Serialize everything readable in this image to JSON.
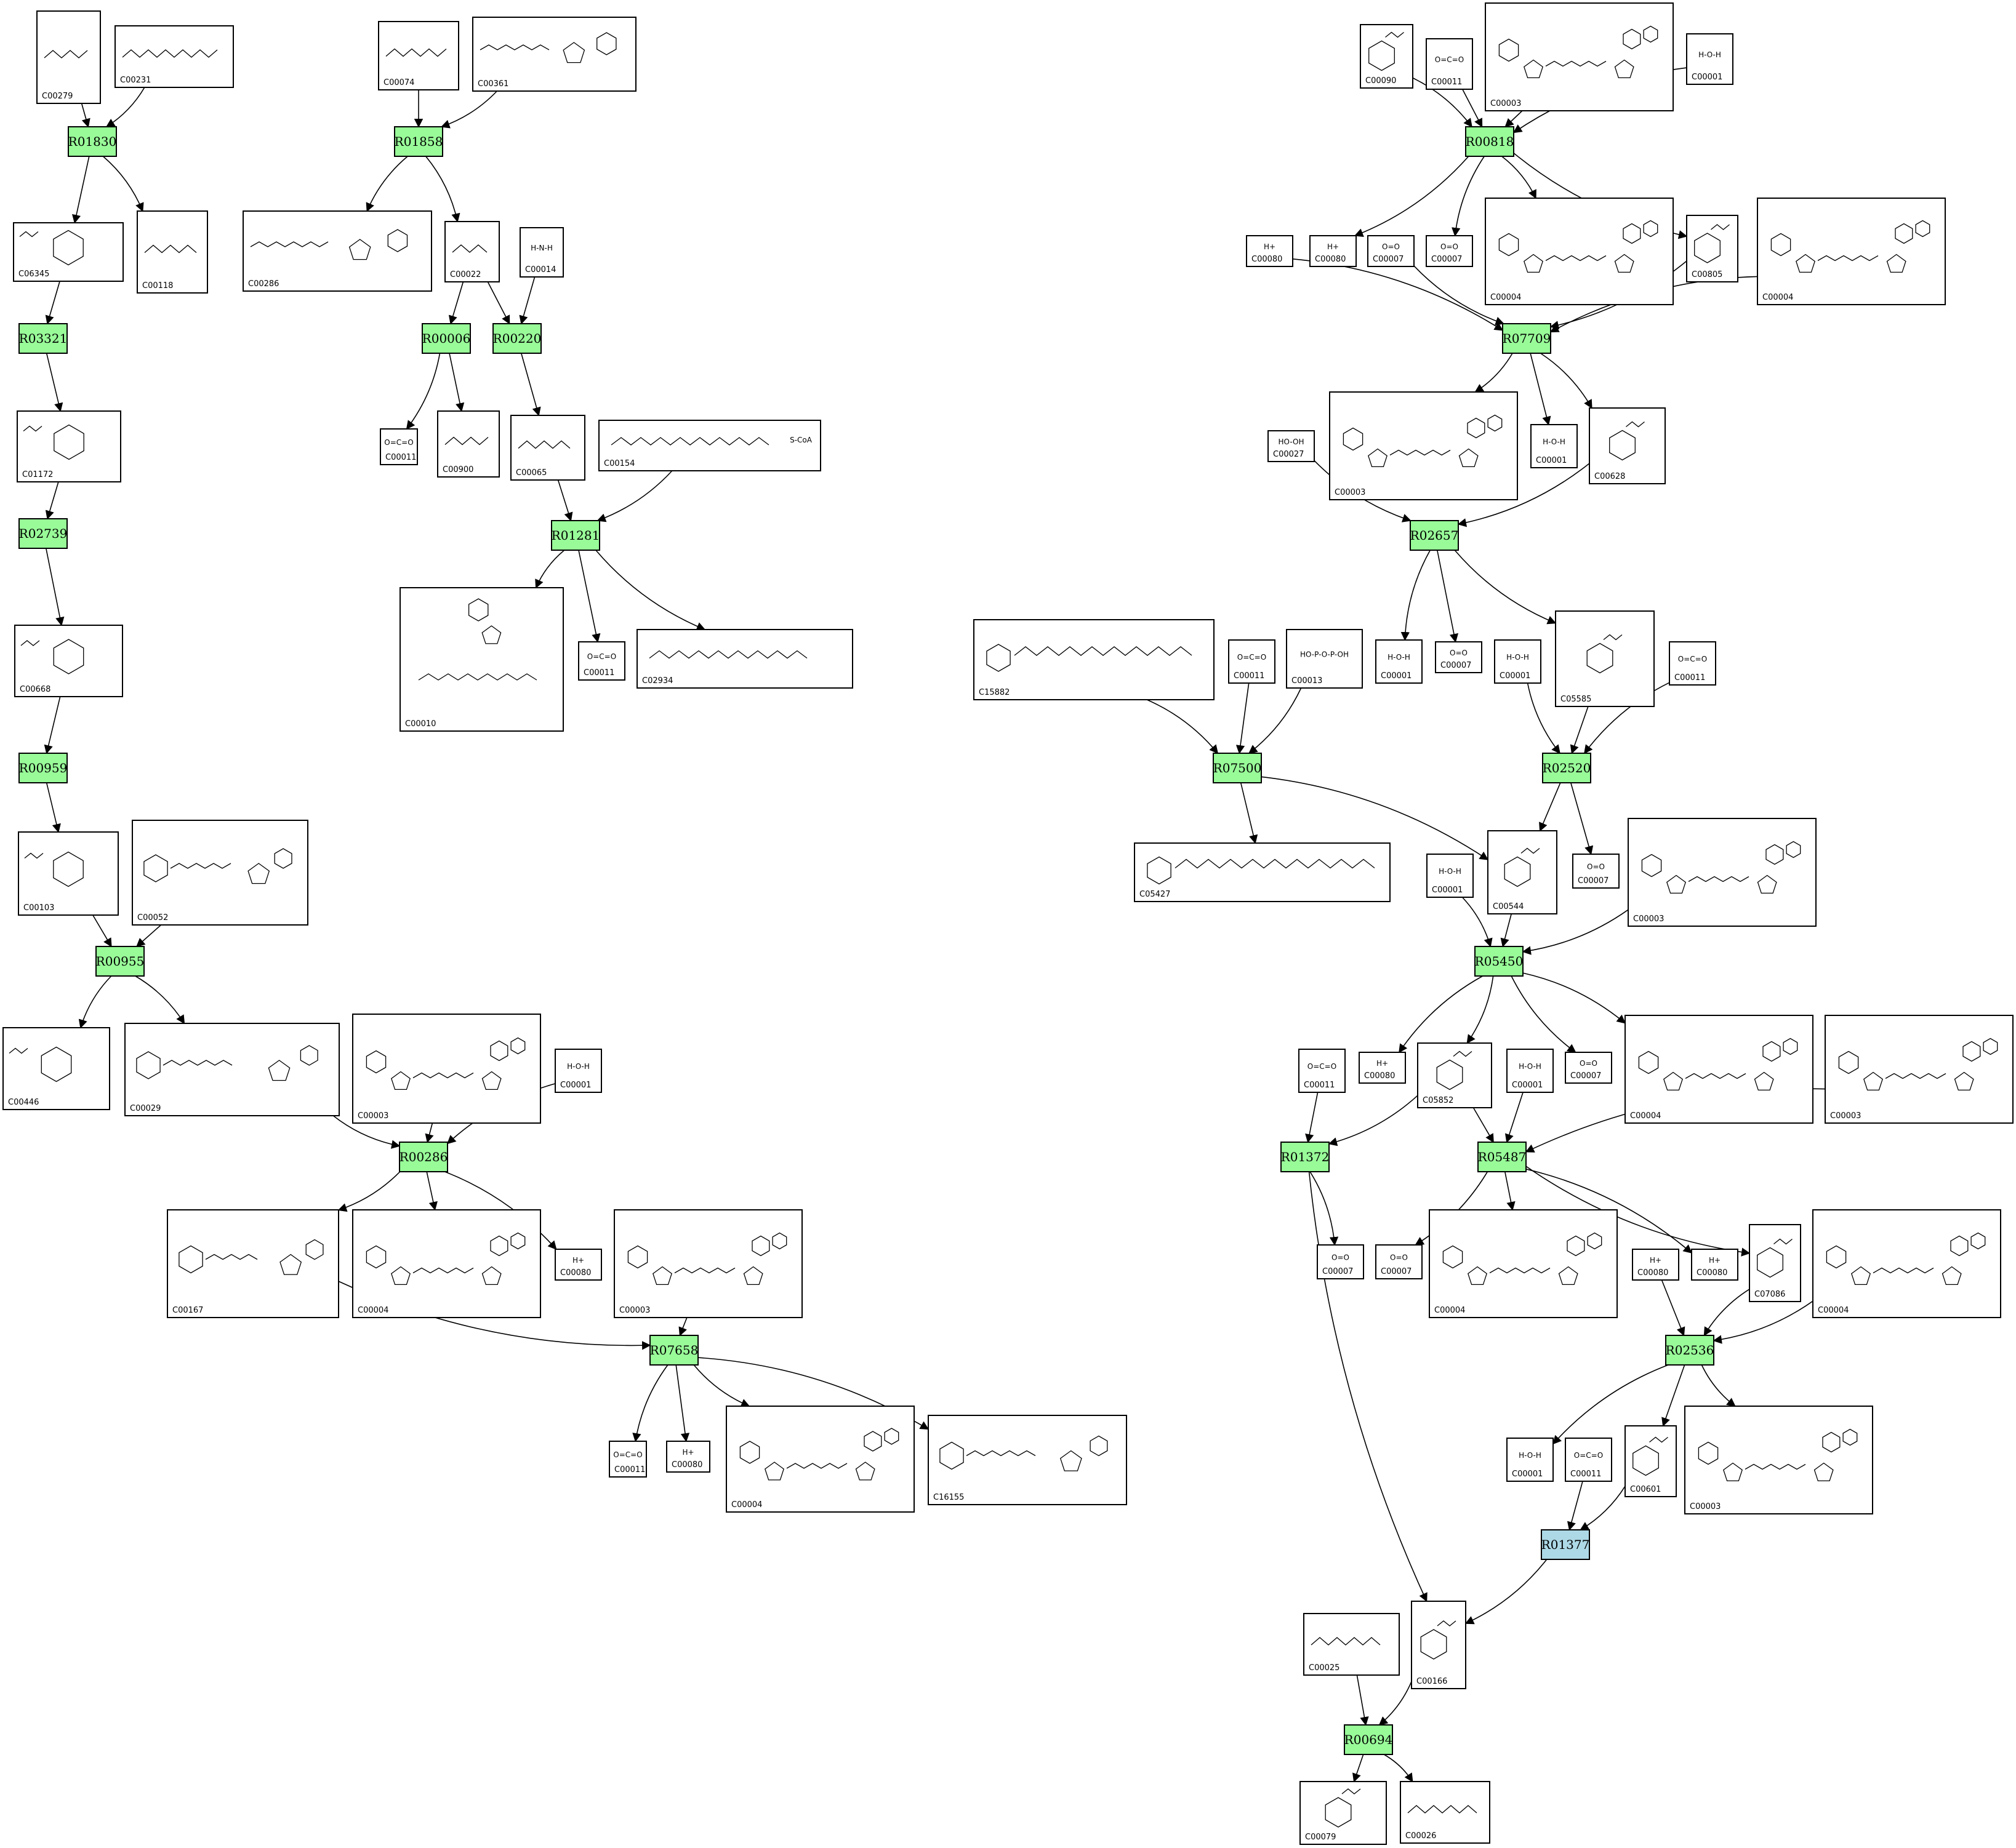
{
  "colors": {
    "reaction_fill": "#98fb98",
    "reaction_highlight_fill": "#add8e6",
    "node_border": "#000000",
    "edge": "#000000",
    "background": "#ffffff"
  },
  "reactions": [
    {
      "id": "R01830",
      "highlight": false
    },
    {
      "id": "R01858",
      "highlight": false
    },
    {
      "id": "R00818",
      "highlight": false
    },
    {
      "id": "R03321",
      "highlight": false
    },
    {
      "id": "R00006",
      "highlight": false
    },
    {
      "id": "R00220",
      "highlight": false
    },
    {
      "id": "R07709",
      "highlight": false
    },
    {
      "id": "R02739",
      "highlight": false
    },
    {
      "id": "R01281",
      "highlight": false
    },
    {
      "id": "R02657",
      "highlight": false
    },
    {
      "id": "R00959",
      "highlight": false
    },
    {
      "id": "R07500",
      "highlight": false
    },
    {
      "id": "R02520",
      "highlight": false
    },
    {
      "id": "R00955",
      "highlight": false
    },
    {
      "id": "R05450",
      "highlight": false
    },
    {
      "id": "R00286",
      "highlight": false
    },
    {
      "id": "R01372",
      "highlight": false
    },
    {
      "id": "R05487",
      "highlight": false
    },
    {
      "id": "R07658",
      "highlight": false
    },
    {
      "id": "R02536",
      "highlight": false
    },
    {
      "id": "R01377",
      "highlight": true
    },
    {
      "id": "R00694",
      "highlight": false
    }
  ],
  "compounds": [
    {
      "key": "c279",
      "id": "C00279",
      "mol": "aldehyde"
    },
    {
      "key": "c231",
      "id": "C00231",
      "mol": "chain"
    },
    {
      "key": "c74",
      "id": "C00074",
      "mol": "chain"
    },
    {
      "key": "c361",
      "id": "C00361",
      "mol": "nucleotide"
    },
    {
      "key": "c6345",
      "id": "C06345",
      "mol": "ring"
    },
    {
      "key": "c118",
      "id": "C00118",
      "mol": "aldehyde"
    },
    {
      "key": "c286",
      "id": "C00286",
      "mol": "nucleotide"
    },
    {
      "key": "c22",
      "id": "C00022",
      "mol": "chain"
    },
    {
      "key": "c14",
      "id": "C00014",
      "mol": "text",
      "formula": "H-N-H"
    },
    {
      "key": "c1172",
      "id": "C01172",
      "mol": "ring"
    },
    {
      "key": "c11a",
      "id": "C00011",
      "mol": "text",
      "formula": "O=C=O"
    },
    {
      "key": "c900",
      "id": "C00900",
      "mol": "chain"
    },
    {
      "key": "c65",
      "id": "C00065",
      "mol": "chain"
    },
    {
      "key": "c154",
      "id": "C00154",
      "mol": "longchain",
      "formula": "S-CoA"
    },
    {
      "key": "c668",
      "id": "C00668",
      "mol": "ring"
    },
    {
      "key": "c10",
      "id": "C00010",
      "mol": "coa"
    },
    {
      "key": "c11b",
      "id": "C00011",
      "mol": "text",
      "formula": "O=C=O"
    },
    {
      "key": "c2934",
      "id": "C02934",
      "mol": "longchain"
    },
    {
      "key": "c103",
      "id": "C00103",
      "mol": "ring"
    },
    {
      "key": "c52",
      "id": "C00052",
      "mol": "sugarnuc"
    },
    {
      "key": "c446",
      "id": "C00446",
      "mol": "ring"
    },
    {
      "key": "c29",
      "id": "C00029",
      "mol": "sugarnuc"
    },
    {
      "key": "c3a",
      "id": "C00003",
      "mol": "nad"
    },
    {
      "key": "c1a",
      "id": "C00001",
      "mol": "text",
      "formula": "H-O-H"
    },
    {
      "key": "c167",
      "id": "C00167",
      "mol": "sugarnuc"
    },
    {
      "key": "c4a",
      "id": "C00004",
      "mol": "nad"
    },
    {
      "key": "c80a",
      "id": "C00080",
      "mol": "text",
      "formula": "H+"
    },
    {
      "key": "c3b",
      "id": "C00003",
      "mol": "nad"
    },
    {
      "key": "c11c",
      "id": "C00011",
      "mol": "text",
      "formula": "O=C=O"
    },
    {
      "key": "c80b",
      "id": "C00080",
      "mol": "text",
      "formula": "H+"
    },
    {
      "key": "c4b",
      "id": "C00004",
      "mol": "nad"
    },
    {
      "key": "c16155",
      "id": "C16155",
      "mol": "sugarnuc"
    },
    {
      "key": "c90",
      "id": "C00090",
      "mol": "phenol"
    },
    {
      "key": "c11d",
      "id": "C00011",
      "mol": "text",
      "formula": "O=C=O"
    },
    {
      "key": "c3c",
      "id": "C00003",
      "mol": "nad"
    },
    {
      "key": "c1b",
      "id": "C00001",
      "mol": "text",
      "formula": "H-O-H"
    },
    {
      "key": "c80c",
      "id": "C00080",
      "mol": "text",
      "formula": "H+"
    },
    {
      "key": "c80d",
      "id": "C00080",
      "mol": "text",
      "formula": "H+"
    },
    {
      "key": "c7a",
      "id": "C00007",
      "mol": "text",
      "formula": "O=O"
    },
    {
      "key": "c7b",
      "id": "C00007",
      "mol": "text",
      "formula": "O=O"
    },
    {
      "key": "c4c",
      "id": "C00004",
      "mol": "nad"
    },
    {
      "key": "c805",
      "id": "C00805",
      "mol": "phenol"
    },
    {
      "key": "c4d",
      "id": "C00004",
      "mol": "nad"
    },
    {
      "key": "c27",
      "id": "C00027",
      "mol": "text",
      "formula": "HO-OH"
    },
    {
      "key": "c3d",
      "id": "C00003",
      "mol": "nad"
    },
    {
      "key": "c1c",
      "id": "C00001",
      "mol": "text",
      "formula": "H-O-H"
    },
    {
      "key": "c628",
      "id": "C00628",
      "mol": "phenol"
    },
    {
      "key": "c15882",
      "id": "C15882",
      "mol": "prenyl"
    },
    {
      "key": "c11e",
      "id": "C00011",
      "mol": "text",
      "formula": "O=C=O"
    },
    {
      "key": "c13",
      "id": "C00013",
      "mol": "text",
      "formula": "HO-P-O-P-OH"
    },
    {
      "key": "c1d",
      "id": "C00001",
      "mol": "text",
      "formula": "H-O-H"
    },
    {
      "key": "c7c",
      "id": "C00007",
      "mol": "text",
      "formula": "O=O"
    },
    {
      "key": "c1e",
      "id": "C00001",
      "mol": "text",
      "formula": "H-O-H"
    },
    {
      "key": "c5585",
      "id": "C05585",
      "mol": "phenol"
    },
    {
      "key": "c11f",
      "id": "C00011",
      "mol": "text",
      "formula": "O=C=O"
    },
    {
      "key": "c5427",
      "id": "C05427",
      "mol": "prenyl"
    },
    {
      "key": "c1f",
      "id": "C00001",
      "mol": "text",
      "formula": "H-O-H"
    },
    {
      "key": "c544",
      "id": "C00544",
      "mol": "phenol"
    },
    {
      "key": "c7d",
      "id": "C00007",
      "mol": "text",
      "formula": "O=O"
    },
    {
      "key": "c3e",
      "id": "C00003",
      "mol": "nad"
    },
    {
      "key": "c11g",
      "id": "C00011",
      "mol": "text",
      "formula": "O=C=O"
    },
    {
      "key": "c80e",
      "id": "C00080",
      "mol": "text",
      "formula": "H+"
    },
    {
      "key": "c5852",
      "id": "C05852",
      "mol": "phenol"
    },
    {
      "key": "c1g",
      "id": "C00001",
      "mol": "text",
      "formula": "H-O-H"
    },
    {
      "key": "c7e",
      "id": "C00007",
      "mol": "text",
      "formula": "O=O"
    },
    {
      "key": "c4e",
      "id": "C00004",
      "mol": "nad"
    },
    {
      "key": "c3f",
      "id": "C00003",
      "mol": "nad"
    },
    {
      "key": "c7f",
      "id": "C00007",
      "mol": "text",
      "formula": "O=O"
    },
    {
      "key": "c7g",
      "id": "C00007",
      "mol": "text",
      "formula": "O=O"
    },
    {
      "key": "c4f",
      "id": "C00004",
      "mol": "nad"
    },
    {
      "key": "c80f",
      "id": "C00080",
      "mol": "text",
      "formula": "H+"
    },
    {
      "key": "c80g",
      "id": "C00080",
      "mol": "text",
      "formula": "H+"
    },
    {
      "key": "c7086",
      "id": "C07086",
      "mol": "phenol"
    },
    {
      "key": "c4g",
      "id": "C00004",
      "mol": "nad"
    },
    {
      "key": "c1h",
      "id": "C00001",
      "mol": "text",
      "formula": "H-O-H"
    },
    {
      "key": "c11h",
      "id": "C00011",
      "mol": "text",
      "formula": "O=C=O"
    },
    {
      "key": "c601",
      "id": "C00601",
      "mol": "phenol"
    },
    {
      "key": "c3g",
      "id": "C00003",
      "mol": "nad"
    },
    {
      "key": "c25",
      "id": "C00025",
      "mol": "chain"
    },
    {
      "key": "c166",
      "id": "C00166",
      "mol": "phenol"
    },
    {
      "key": "c79",
      "id": "C00079",
      "mol": "phenol"
    },
    {
      "key": "c26",
      "id": "C00026",
      "mol": "chain"
    }
  ],
  "edges": [
    [
      "c279",
      "R01830"
    ],
    [
      "c231",
      "R01830"
    ],
    [
      "R01830",
      "c6345"
    ],
    [
      "R01830",
      "c118"
    ],
    [
      "c6345",
      "R03321"
    ],
    [
      "R03321",
      "c1172"
    ],
    [
      "c1172",
      "R02739"
    ],
    [
      "R02739",
      "c668"
    ],
    [
      "c668",
      "R00959"
    ],
    [
      "R00959",
      "c103"
    ],
    [
      "c103",
      "R00955"
    ],
    [
      "c52",
      "R00955"
    ],
    [
      "R00955",
      "c446"
    ],
    [
      "R00955",
      "c29"
    ],
    [
      "c29",
      "R00286"
    ],
    [
      "c3a",
      "R00286"
    ],
    [
      "c1a",
      "R00286"
    ],
    [
      "R00286",
      "c167"
    ],
    [
      "R00286",
      "c4a"
    ],
    [
      "R00286",
      "c80a"
    ],
    [
      "c167",
      "R07658"
    ],
    [
      "c3b",
      "R07658"
    ],
    [
      "R07658",
      "c11c"
    ],
    [
      "R07658",
      "c80b"
    ],
    [
      "R07658",
      "c4b"
    ],
    [
      "R07658",
      "c16155"
    ],
    [
      "c74",
      "R01858"
    ],
    [
      "c361",
      "R01858"
    ],
    [
      "R01858",
      "c286"
    ],
    [
      "R01858",
      "c22"
    ],
    [
      "c22",
      "R00006"
    ],
    [
      "R00006",
      "c11a"
    ],
    [
      "R00006",
      "c900"
    ],
    [
      "c22",
      "R00220"
    ],
    [
      "c14",
      "R00220"
    ],
    [
      "R00220",
      "c65"
    ],
    [
      "c65",
      "R01281"
    ],
    [
      "c154",
      "R01281"
    ],
    [
      "R01281",
      "c10"
    ],
    [
      "R01281",
      "c11b"
    ],
    [
      "R01281",
      "c2934"
    ],
    [
      "c90",
      "R00818"
    ],
    [
      "c11d",
      "R00818"
    ],
    [
      "c3c",
      "R00818"
    ],
    [
      "c1b",
      "R00818"
    ],
    [
      "R00818",
      "c80d"
    ],
    [
      "R00818",
      "c7b"
    ],
    [
      "R00818",
      "c4c"
    ],
    [
      "R00818",
      "c805"
    ],
    [
      "c80c",
      "R07709"
    ],
    [
      "c7a",
      "R07709"
    ],
    [
      "c805",
      "R07709"
    ],
    [
      "c4d",
      "R07709"
    ],
    [
      "R07709",
      "c3d"
    ],
    [
      "R07709",
      "c1c"
    ],
    [
      "R07709",
      "c628"
    ],
    [
      "c27",
      "R02657"
    ],
    [
      "c628",
      "R02657"
    ],
    [
      "R02657",
      "c1d"
    ],
    [
      "R02657",
      "c7c"
    ],
    [
      "R02657",
      "c5585"
    ],
    [
      "c15882",
      "R07500"
    ],
    [
      "c11e",
      "R07500"
    ],
    [
      "c13",
      "R07500"
    ],
    [
      "R07500",
      "c5427"
    ],
    [
      "R07500",
      "c544"
    ],
    [
      "c1e",
      "R02520"
    ],
    [
      "c5585",
      "R02520"
    ],
    [
      "c11f",
      "R02520"
    ],
    [
      "R02520",
      "c544"
    ],
    [
      "R02520",
      "c7d"
    ],
    [
      "c1f",
      "R05450"
    ],
    [
      "c544",
      "R05450"
    ],
    [
      "c3e",
      "R05450"
    ],
    [
      "R05450",
      "c80e"
    ],
    [
      "R05450",
      "c5852"
    ],
    [
      "R05450",
      "c7e"
    ],
    [
      "R05450",
      "c4e"
    ],
    [
      "c11g",
      "R01372"
    ],
    [
      "c5852",
      "R01372"
    ],
    [
      "c5852",
      "R05487"
    ],
    [
      "c1g",
      "R05487"
    ],
    [
      "c3f",
      "R05487"
    ],
    [
      "R01372",
      "c7f"
    ],
    [
      "R01372",
      "c166"
    ],
    [
      "R05487",
      "c7g"
    ],
    [
      "R05487",
      "c4f"
    ],
    [
      "R05487",
      "c80g"
    ],
    [
      "R05487",
      "c7086"
    ],
    [
      "c80f",
      "R02536"
    ],
    [
      "c7086",
      "R02536"
    ],
    [
      "c4g",
      "R02536"
    ],
    [
      "R02536",
      "c1h"
    ],
    [
      "R02536",
      "c601"
    ],
    [
      "R02536",
      "c3g"
    ],
    [
      "c601",
      "R01377"
    ],
    [
      "c11h",
      "R01377"
    ],
    [
      "R01377",
      "c166"
    ],
    [
      "c25",
      "R00694"
    ],
    [
      "c166",
      "R00694"
    ],
    [
      "R00694",
      "c79"
    ],
    [
      "R00694",
      "c26"
    ]
  ]
}
